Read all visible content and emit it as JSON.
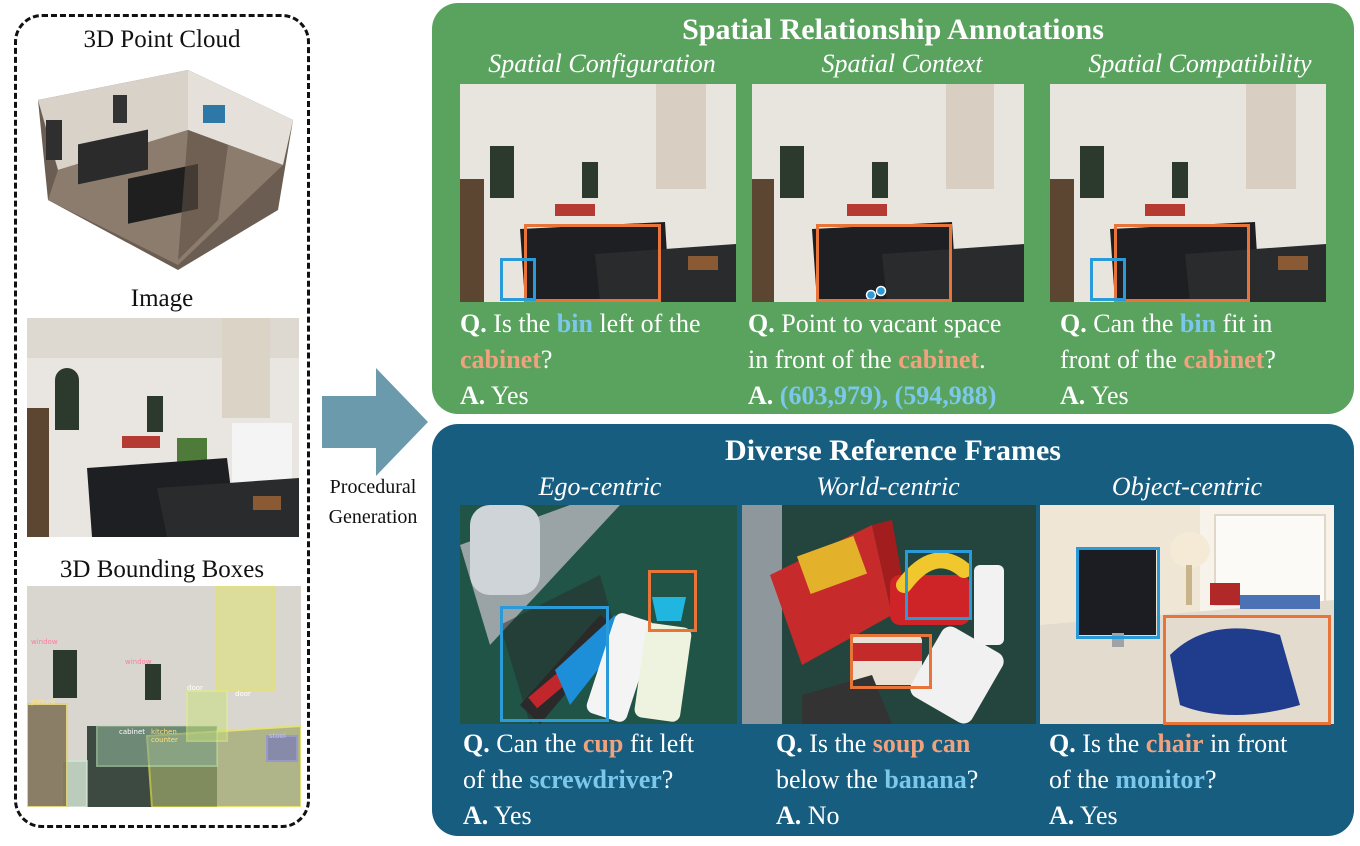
{
  "left": {
    "point_cloud_title": "3D Point Cloud",
    "image_title": "Image",
    "bbox_title": "3D Bounding Boxes",
    "bbox_labels": [
      "window",
      "window",
      "picture",
      "door",
      "door",
      "cabinet",
      "kitchen",
      "counter",
      "stool"
    ]
  },
  "arrow": {
    "label_line1": "Procedural",
    "label_line2": "Generation"
  },
  "spatial": {
    "title": "Spatial Relationship Annotations",
    "col1": {
      "title": "Spatial Configuration",
      "q_prefix": "Q.",
      "q_1": "Is the ",
      "q_obj1": "bin",
      "q_2": " left of the",
      "q_obj2": "cabinet",
      "q_3": "?",
      "a_prefix": "A.",
      "a_text": "Yes"
    },
    "col2": {
      "title": "Spatial Context",
      "q_prefix": "Q.",
      "q_1": "Point to vacant space",
      "q_2": "in front of the ",
      "q_obj1": "cabinet",
      "q_3": ".",
      "a_prefix": "A.",
      "a_text": "(603,979), (594,988)"
    },
    "col3": {
      "title": "Spatial Compatibility",
      "q_prefix": "Q.",
      "q_1": "Can the ",
      "q_obj1": "bin",
      "q_2": " fit in",
      "q_3": "front of the ",
      "q_obj2": "cabinet",
      "q_4": "?",
      "a_prefix": "A.",
      "a_text": "Yes"
    }
  },
  "frames": {
    "title": "Diverse Reference Frames",
    "col1": {
      "title": "Ego-centric",
      "q_prefix": "Q.",
      "q_1": "Can the ",
      "q_obj1": "cup",
      "q_2": " fit left",
      "q_3": "of the ",
      "q_obj2": "screwdriver",
      "q_4": "?",
      "a_prefix": "A.",
      "a_text": "Yes"
    },
    "col2": {
      "title": "World-centric",
      "q_prefix": "Q.",
      "q_1": "Is the ",
      "q_obj1": "soup can",
      "q_2": "below the ",
      "q_obj2": "banana",
      "q_3": "?",
      "a_prefix": "A.",
      "a_text": "No"
    },
    "col3": {
      "title": "Object-centric",
      "q_prefix": "Q.",
      "q_1": "Is the ",
      "q_obj1": "chair",
      "q_2": " in front",
      "q_3": "of the ",
      "q_obj2": "monitor",
      "q_4": "?",
      "a_prefix": "A.",
      "a_text": "Yes"
    }
  },
  "colors": {
    "green_panel": "#5aa35e",
    "blue_panel": "#175d80",
    "highlight_orange": "#f0a27e",
    "highlight_blue": "#7cc7ec",
    "bbox_orange": "#e8743a",
    "bbox_blue": "#2a9ad9"
  }
}
